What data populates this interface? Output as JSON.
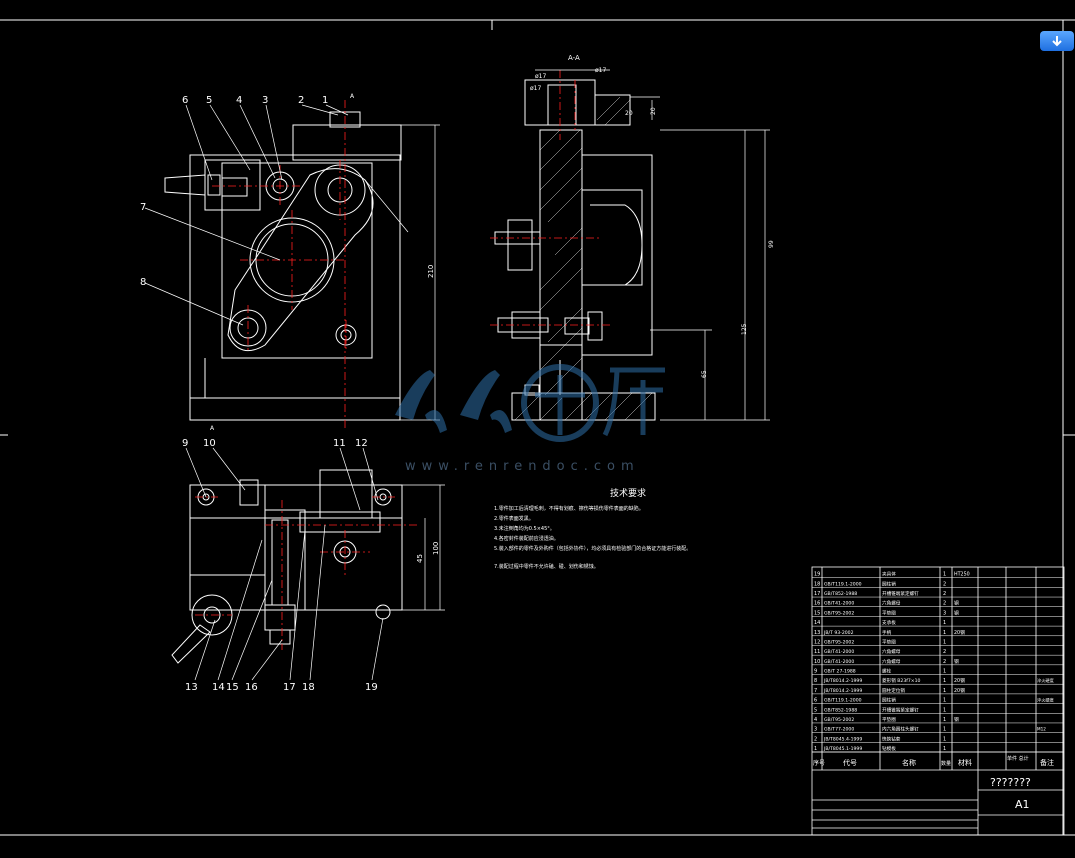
{
  "drawing": {
    "section_label": "A-A",
    "section_dims": [
      "ø17",
      "ø17",
      "ø17",
      "20"
    ],
    "balloon_numbers_top": [
      "6",
      "5",
      "4",
      "3",
      "2",
      "1"
    ],
    "balloon_numbers_left": [
      "7",
      "8"
    ],
    "balloon_numbers_bottom_top": [
      "9",
      "10",
      "11",
      "12"
    ],
    "balloon_numbers_bottom": [
      "13",
      "14",
      "15",
      "16",
      "17",
      "18",
      "19"
    ],
    "dims_front": [
      "210"
    ],
    "dims_section": [
      "20",
      "99",
      "125",
      "65"
    ],
    "dims_bottom": [
      "45",
      "100"
    ],
    "section_marks": [
      "A",
      "A"
    ]
  },
  "tech_requirements": {
    "title": "技术要求",
    "lines": [
      "1.零件加工后清理毛刺，不得有划痕、擦伤等损伤零件表面的缺陷。",
      "2.零件表面发黑。",
      "3.未注倒角均为0.5×45°。",
      "4.各密封件装配前应浸透油。",
      "5.装入部件的零件及外购件（包括外协件），均必须具有检验部门的合格证方能进行装配。",
      "7.装配过程中零件不允许磕、碰、划伤和锈蚀。"
    ]
  },
  "bom": {
    "rows": [
      {
        "no": "19",
        "code": "",
        "name": "夹具体",
        "qty": "1",
        "mat": "HT250",
        "note": ""
      },
      {
        "no": "18",
        "code": "GB/T119.1-2000",
        "name": "圆柱销",
        "qty": "2",
        "mat": "",
        "note": ""
      },
      {
        "no": "17",
        "code": "GB/T852-1988",
        "name": "开槽锥端紧定螺钉",
        "qty": "2",
        "mat": "",
        "note": ""
      },
      {
        "no": "16",
        "code": "GB/T41-2000",
        "name": "六角螺母",
        "qty": "2",
        "mat": "钢",
        "note": ""
      },
      {
        "no": "15",
        "code": "GB/T95-2002",
        "name": "平垫圈",
        "qty": "3",
        "mat": "钢",
        "note": ""
      },
      {
        "no": "14",
        "code": "",
        "name": "支承板",
        "qty": "1",
        "mat": "",
        "note": ""
      },
      {
        "no": "13",
        "code": "JB/T 93-2002",
        "name": "手柄",
        "qty": "1",
        "mat": "20钢",
        "note": ""
      },
      {
        "no": "12",
        "code": "GB/T95-2002",
        "name": "平垫圈",
        "qty": "1",
        "mat": "",
        "note": ""
      },
      {
        "no": "11",
        "code": "GB/T41-2000",
        "name": "六角螺母",
        "qty": "2",
        "mat": "",
        "note": ""
      },
      {
        "no": "10",
        "code": "GB/T41-2000",
        "name": "六角螺母",
        "qty": "2",
        "mat": "钢",
        "note": ""
      },
      {
        "no": "9",
        "code": "GB/T 27-1988",
        "name": "螺栓",
        "qty": "1",
        "mat": "",
        "note": ""
      },
      {
        "no": "8",
        "code": "JB/T8014.2-1999",
        "name": "菱形销 B23f7×10",
        "qty": "1",
        "mat": "20钢",
        "note": "淬火硬度"
      },
      {
        "no": "7",
        "code": "JB/T8014.2-1999",
        "name": "圆柱定位销",
        "qty": "1",
        "mat": "20钢",
        "note": ""
      },
      {
        "no": "6",
        "code": "GB/T119.1-2000",
        "name": "圆柱销",
        "qty": "1",
        "mat": "",
        "note": "淬火硬度"
      },
      {
        "no": "5",
        "code": "GB/T852-1988",
        "name": "开槽锥端紧定螺钉",
        "qty": "1",
        "mat": "",
        "note": ""
      },
      {
        "no": "4",
        "code": "GB/T95-2002",
        "name": "平垫圈",
        "qty": "1",
        "mat": "钢",
        "note": ""
      },
      {
        "no": "3",
        "code": "GB/T77-2000",
        "name": "内六角圆柱头螺钉",
        "qty": "1",
        "mat": "",
        "note": "M12"
      },
      {
        "no": "2",
        "code": "JB/T8045.4-1999",
        "name": "快换钻套",
        "qty": "1",
        "mat": "",
        "note": ""
      },
      {
        "no": "1",
        "code": "JB/T8045.1-1999",
        "name": "钻模板",
        "qty": "1",
        "mat": "",
        "note": ""
      }
    ],
    "header": {
      "no": "序号",
      "code": "代号",
      "name": "名称",
      "qty": "数量",
      "mat": "材料",
      "weight": "单件 总计",
      "note": "备注"
    },
    "title_block": {
      "title": "???????",
      "sheet_size": "A1"
    }
  },
  "watermark": {
    "text": "www.renrendoc.com"
  },
  "colors": {
    "line": "#ffffff",
    "center": "#ff2020",
    "hatch": "#ffffff",
    "accent": "#ffff00"
  },
  "ui": {
    "download_icon": "arrow-down-icon"
  }
}
